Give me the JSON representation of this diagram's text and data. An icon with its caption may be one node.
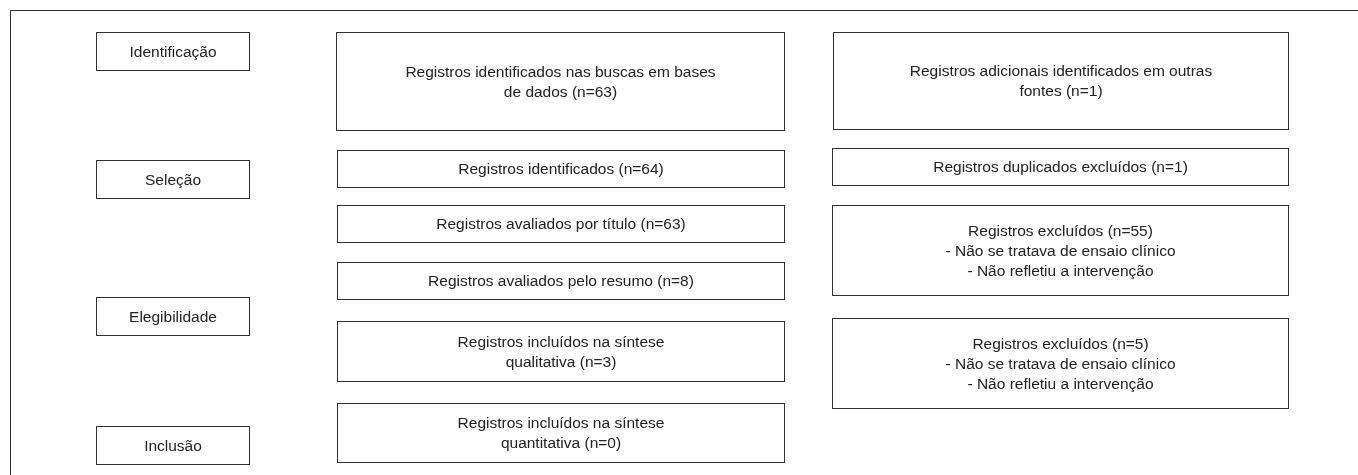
{
  "diagram": {
    "nodes": [
      {
        "text": [
          "Identificação"
        ]
      },
      {
        "text": [
          "Registros identificados nas buscas em bases de dados (n=63)"
        ]
      },
      {
        "text": [
          "Registros adicionais identificados em outras fontes (n=1)"
        ]
      },
      {
        "text": [
          "Seleção"
        ]
      },
      {
        "text": [
          "Registros identificados (n=64)"
        ]
      },
      {
        "text": [
          "Registros duplicados excluídos (n=1)"
        ]
      },
      {
        "text": [
          "Registros avaliados por título (n=63)"
        ]
      },
      {
        "text": [
          "Registros excluídos (n=55)",
          "- Não se tratava de ensaio clínico",
          "- Não refletiu a intervenção"
        ]
      },
      {
        "text": [
          "Registros avaliados pelo resumo (n=8)"
        ]
      },
      {
        "text": [
          "Elegibilidade"
        ]
      },
      {
        "text": [
          "Registros incluídos na síntese qualitativa (n=3)"
        ]
      },
      {
        "text": [
          "Registros excluídos (n=5)",
          "- Não se tratava de ensaio clínico",
          "- Não refletiu a intervenção"
        ]
      },
      {
        "text": [
          "Inclusão"
        ]
      },
      {
        "text": [
          "Registros incluídos na síntese quantitativa (n=0)"
        ]
      }
    ]
  }
}
